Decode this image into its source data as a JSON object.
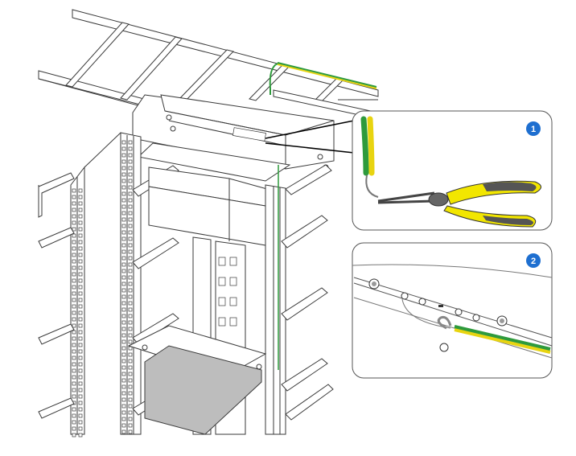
{
  "callouts": [
    {
      "number": "1",
      "label": "cut-ground-wire-with-pliers",
      "badge_color": "#1e6fd0"
    },
    {
      "number": "2",
      "label": "attach-ground-wire-to-terminal",
      "badge_color": "#1e6fd0"
    }
  ],
  "colors": {
    "ground_wire_green": "#2e9a3c",
    "ground_wire_yellow": "#e8d410",
    "plier_handle_yellow": "#f2e600",
    "plier_handle_grey": "#555555",
    "tray_fill": "#bdbdbd",
    "line": "#3a3a3a"
  },
  "icons": [
    "cable-ladder",
    "cabinet-rack",
    "mounting-brackets",
    "tray-shelf",
    "diagonal-pliers",
    "ground-terminal"
  ]
}
